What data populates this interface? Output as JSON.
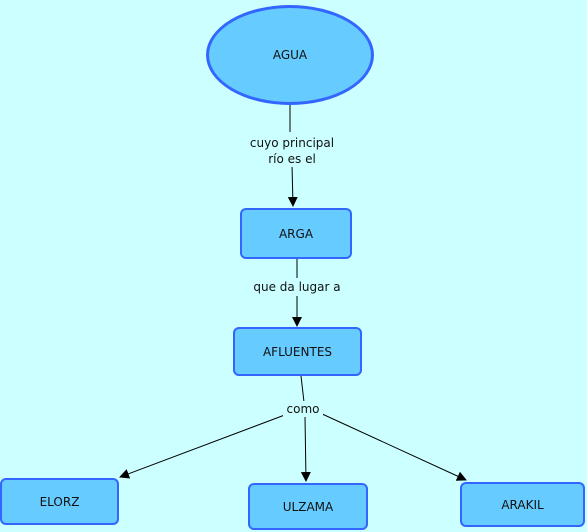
{
  "colors": {
    "background": "#ccffff",
    "node_fill": "#66ccff",
    "node_border": "#3366ff",
    "edge": "#000000"
  },
  "nodes": {
    "agua": "AGUA",
    "arga": "ARGA",
    "afluentes": "AFLUENTES",
    "elorz": "ELORZ",
    "ulzama": "ULZAMA",
    "arakil": "ARAKIL"
  },
  "links": {
    "agua_arga_line1": "cuyo principal",
    "agua_arga_line2": "río es el",
    "arga_afluentes": "que da lugar a",
    "afluentes_children": "como"
  }
}
